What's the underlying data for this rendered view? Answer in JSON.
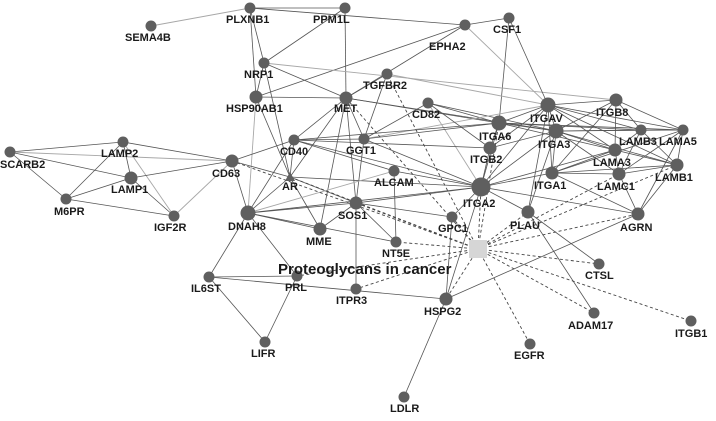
{
  "colors": {
    "node": "#5f5f5f",
    "edge_dark": "#555555",
    "edge_light": "#a8a8a8",
    "hub": "#d6d6d6",
    "background": "#ffffff"
  },
  "hub": {
    "id": "PC",
    "label": "Proteoglycans in cancer"
  },
  "nodes": [
    {
      "id": "SEMA4B",
      "label": "SEMA4B"
    },
    {
      "id": "PLXNB1",
      "label": "PLXNB1"
    },
    {
      "id": "PPM1L",
      "label": "PPM1L"
    },
    {
      "id": "EPHA2",
      "label": "EPHA2"
    },
    {
      "id": "CSF1",
      "label": "CSF1"
    },
    {
      "id": "NRP1",
      "label": "NRP1"
    },
    {
      "id": "TGFBR2",
      "label": "TGFBR2"
    },
    {
      "id": "HSP90AB1",
      "label": "HSP90AB1"
    },
    {
      "id": "MET",
      "label": "MET"
    },
    {
      "id": "CD82",
      "label": "CD82"
    },
    {
      "id": "ITGAV",
      "label": "ITGAV"
    },
    {
      "id": "ITGB8",
      "label": "ITGB8"
    },
    {
      "id": "ITGA6",
      "label": "ITGA6"
    },
    {
      "id": "ITGA3",
      "label": "ITGA3"
    },
    {
      "id": "LAMB3",
      "label": "LAMB3"
    },
    {
      "id": "LAMA5",
      "label": "LAMA5"
    },
    {
      "id": "LAMP2",
      "label": "LAMP2"
    },
    {
      "id": "CD40",
      "label": "CD40"
    },
    {
      "id": "GGT1",
      "label": "GGT1"
    },
    {
      "id": "ITGB2",
      "label": "ITGB2"
    },
    {
      "id": "LAMA3",
      "label": "LAMA3"
    },
    {
      "id": "SCARB2",
      "label": "SCARB2"
    },
    {
      "id": "CD63",
      "label": "CD63"
    },
    {
      "id": "AR",
      "label": "AR"
    },
    {
      "id": "ALCAM",
      "label": "ALCAM"
    },
    {
      "id": "ITGA1",
      "label": "ITGA1"
    },
    {
      "id": "LAMC1",
      "label": "LAMC1"
    },
    {
      "id": "LAMB1",
      "label": "LAMB1"
    },
    {
      "id": "LAMP1",
      "label": "LAMP1"
    },
    {
      "id": "M6PR",
      "label": "M6PR"
    },
    {
      "id": "IGF2R",
      "label": "IGF2R"
    },
    {
      "id": "DNAH8",
      "label": "DNAH8"
    },
    {
      "id": "SOS1",
      "label": "SOS1"
    },
    {
      "id": "ITGA2",
      "label": "ITGA2"
    },
    {
      "id": "PLAU",
      "label": "PLAU"
    },
    {
      "id": "AGRN",
      "label": "AGRN"
    },
    {
      "id": "MME",
      "label": "MME"
    },
    {
      "id": "GPC1",
      "label": "GPC1"
    },
    {
      "id": "NT5E",
      "label": "NT5E"
    },
    {
      "id": "CTSL",
      "label": "CTSL"
    },
    {
      "id": "IL6ST",
      "label": "IL6ST"
    },
    {
      "id": "PRL",
      "label": "PRL"
    },
    {
      "id": "ITPR3",
      "label": "ITPR3"
    },
    {
      "id": "HSPG2",
      "label": "HSPG2"
    },
    {
      "id": "ADAM17",
      "label": "ADAM17"
    },
    {
      "id": "ITGB1",
      "label": "ITGB1"
    },
    {
      "id": "LIFR",
      "label": "LIFR"
    },
    {
      "id": "EGFR",
      "label": "EGFR"
    },
    {
      "id": "LDLR",
      "label": "LDLR"
    }
  ],
  "edges": [
    [
      "SEMA4B",
      "PLXNB1"
    ],
    [
      "PLXNB1",
      "PPM1L"
    ],
    [
      "PLXNB1",
      "EPHA2"
    ],
    [
      "PLXNB1",
      "NRP1"
    ],
    [
      "PLXNB1",
      "HSP90AB1"
    ],
    [
      "PPM1L",
      "MET"
    ],
    [
      "PPM1L",
      "NRP1"
    ],
    [
      "EPHA2",
      "CSF1"
    ],
    [
      "EPHA2",
      "MET"
    ],
    [
      "EPHA2",
      "ITGAV"
    ],
    [
      "EPHA2",
      "HSP90AB1"
    ],
    [
      "CSF1",
      "ITGA6"
    ],
    [
      "NRP1",
      "MET"
    ],
    [
      "NRP1",
      "HSP90AB1"
    ],
    [
      "NRP1",
      "AR"
    ],
    [
      "NRP1",
      "ITGB8"
    ],
    [
      "TGFBR2",
      "MET"
    ],
    [
      "TGFBR2",
      "ITGAV"
    ],
    [
      "TGFBR2",
      "GGT1"
    ],
    [
      "HSP90AB1",
      "MET"
    ],
    [
      "HSP90AB1",
      "AR"
    ],
    [
      "HSP90AB1",
      "DNAH8"
    ],
    [
      "MET",
      "GGT1"
    ],
    [
      "MET",
      "ITGA6"
    ],
    [
      "MET",
      "ITGA3"
    ],
    [
      "MET",
      "CD40"
    ],
    [
      "MET",
      "AR"
    ],
    [
      "MET",
      "SOS1"
    ],
    [
      "MET",
      "MME"
    ],
    [
      "CD82",
      "ITGA6"
    ],
    [
      "CD82",
      "ITGA3"
    ],
    [
      "CD82",
      "GGT1"
    ],
    [
      "CD82",
      "ITGA2"
    ],
    [
      "ITGAV",
      "ITGB8"
    ],
    [
      "ITGAV",
      "ITGA6"
    ],
    [
      "ITGAV",
      "ITGA3"
    ],
    [
      "ITGAV",
      "LAMB3"
    ],
    [
      "ITGAV",
      "LAMA5"
    ],
    [
      "ITGAV",
      "ITGB2"
    ],
    [
      "ITGAV",
      "ITGA1"
    ],
    [
      "ITGAV",
      "ITGA2"
    ],
    [
      "ITGAV",
      "PLAU"
    ],
    [
      "ITGAV",
      "GGT1"
    ],
    [
      "ITGAV",
      "LAMB1"
    ],
    [
      "ITGAV",
      "LAMA3"
    ],
    [
      "ITGB8",
      "LAMB3"
    ],
    [
      "ITGB8",
      "ITGA3"
    ],
    [
      "ITGB8",
      "LAMA3"
    ],
    [
      "ITGB8",
      "LAMA5"
    ],
    [
      "ITGB8",
      "ITGA1"
    ],
    [
      "ITGA6",
      "ITGA3"
    ],
    [
      "ITGA6",
      "LAMB3"
    ],
    [
      "ITGA6",
      "LAMA5"
    ],
    [
      "ITGA6",
      "ITGB2"
    ],
    [
      "ITGA6",
      "ITGA2"
    ],
    [
      "ITGA6",
      "LAMA3"
    ],
    [
      "ITGA6",
      "CD40"
    ],
    [
      "ITGA6",
      "GGT1"
    ],
    [
      "ITGA3",
      "LAMB3"
    ],
    [
      "ITGA3",
      "LAMA3"
    ],
    [
      "ITGA3",
      "LAMA5"
    ],
    [
      "ITGA3",
      "ITGA2"
    ],
    [
      "ITGA3",
      "ITGA1"
    ],
    [
      "ITGA3",
      "ITGB2"
    ],
    [
      "ITGA3",
      "LAMC1"
    ],
    [
      "ITGA3",
      "LAMB1"
    ],
    [
      "ITGA3",
      "PLAU"
    ],
    [
      "LAMB3",
      "LAMA5"
    ],
    [
      "LAMB3",
      "LAMA3"
    ],
    [
      "LAMB3",
      "LAMB1"
    ],
    [
      "LAMB3",
      "LAMC1"
    ],
    [
      "LAMA5",
      "LAMB1"
    ],
    [
      "LAMA5",
      "LAMC1"
    ],
    [
      "LAMA5",
      "ITGA1"
    ],
    [
      "LAMA5",
      "AGRN"
    ],
    [
      "LAMA3",
      "LAMC1"
    ],
    [
      "LAMA3",
      "LAMB1"
    ],
    [
      "LAMA3",
      "ITGA1"
    ],
    [
      "LAMA3",
      "ITGA2"
    ],
    [
      "LAMC1",
      "LAMB1"
    ],
    [
      "LAMC1",
      "AGRN"
    ],
    [
      "LAMC1",
      "ITGA1"
    ],
    [
      "LAMB1",
      "AGRN"
    ],
    [
      "LAMB1",
      "ITGA1"
    ],
    [
      "ITGA1",
      "ITGA2"
    ],
    [
      "ITGA1",
      "AGRN"
    ],
    [
      "ITGB2",
      "ITGA2"
    ],
    [
      "ITGB2",
      "CD40"
    ],
    [
      "LAMP2",
      "SCARB2"
    ],
    [
      "LAMP2",
      "LAMP1"
    ],
    [
      "LAMP2",
      "CD63"
    ],
    [
      "LAMP2",
      "M6PR"
    ],
    [
      "LAMP2",
      "IGF2R"
    ],
    [
      "SCARB2",
      "M6PR"
    ],
    [
      "SCARB2",
      "LAMP1"
    ],
    [
      "SCARB2",
      "CD63"
    ],
    [
      "LAMP1",
      "CD63"
    ],
    [
      "LAMP1",
      "M6PR"
    ],
    [
      "LAMP1",
      "IGF2R"
    ],
    [
      "M6PR",
      "IGF2R"
    ],
    [
      "IGF2R",
      "CD63"
    ],
    [
      "CD63",
      "AR"
    ],
    [
      "CD63",
      "CD40"
    ],
    [
      "CD63",
      "DNAH8"
    ],
    [
      "CD40",
      "AR"
    ],
    [
      "CD40",
      "ITGA2"
    ],
    [
      "CD40",
      "DNAH8"
    ],
    [
      "CD40",
      "ALCAM"
    ],
    [
      "CD40",
      "GGT1"
    ],
    [
      "GGT1",
      "SOS1"
    ],
    [
      "GGT1",
      "ITGA2"
    ],
    [
      "AR",
      "DNAH8"
    ],
    [
      "AR",
      "SOS1"
    ],
    [
      "AR",
      "MME"
    ],
    [
      "AR",
      "ITGA2"
    ],
    [
      "ALCAM",
      "ITGA2"
    ],
    [
      "ALCAM",
      "NT5E"
    ],
    [
      "ALCAM",
      "DNAH8"
    ],
    [
      "SOS1",
      "ITGA2"
    ],
    [
      "SOS1",
      "ITPR3"
    ],
    [
      "SOS1",
      "DNAH8"
    ],
    [
      "SOS1",
      "GPC1"
    ],
    [
      "DNAH8",
      "MME"
    ],
    [
      "DNAH8",
      "IL6ST"
    ],
    [
      "DNAH8",
      "NT5E"
    ],
    [
      "DNAH8",
      "PRL"
    ],
    [
      "DNAH8",
      "ITGA2"
    ],
    [
      "ITGA2",
      "PLAU"
    ],
    [
      "ITGA2",
      "GPC1"
    ],
    [
      "ITGA2",
      "HSPG2"
    ],
    [
      "ITGA2",
      "AGRN"
    ],
    [
      "PLAU",
      "CTSL"
    ],
    [
      "PLAU",
      "ADAM17"
    ],
    [
      "GPC1",
      "HSPG2"
    ],
    [
      "IL6ST",
      "PRL"
    ],
    [
      "IL6ST",
      "LIFR"
    ],
    [
      "PRL",
      "LIFR"
    ],
    [
      "HSPG2",
      "LDLR"
    ],
    [
      "HSPG2",
      "AGRN"
    ],
    [
      "HSPG2",
      "IL6ST"
    ],
    [
      "MME",
      "SOS1"
    ],
    [
      "NT5E",
      "SOS1"
    ],
    [
      "CD82",
      "ITGB2"
    ],
    [
      "CSF1",
      "ITGAV"
    ]
  ],
  "hub_edges": [
    "AR",
    "CD63",
    "SOS1",
    "ITGA2",
    "ITGA6",
    "GPC1",
    "PLAU",
    "CTSL",
    "ADAM17",
    "ITGB1",
    "EGFR",
    "HSPG2",
    "ITPR3",
    "PRL",
    "MET",
    "TGFBR2",
    "NT5E",
    "AGRN",
    "LAMB1",
    "LAMC1"
  ]
}
